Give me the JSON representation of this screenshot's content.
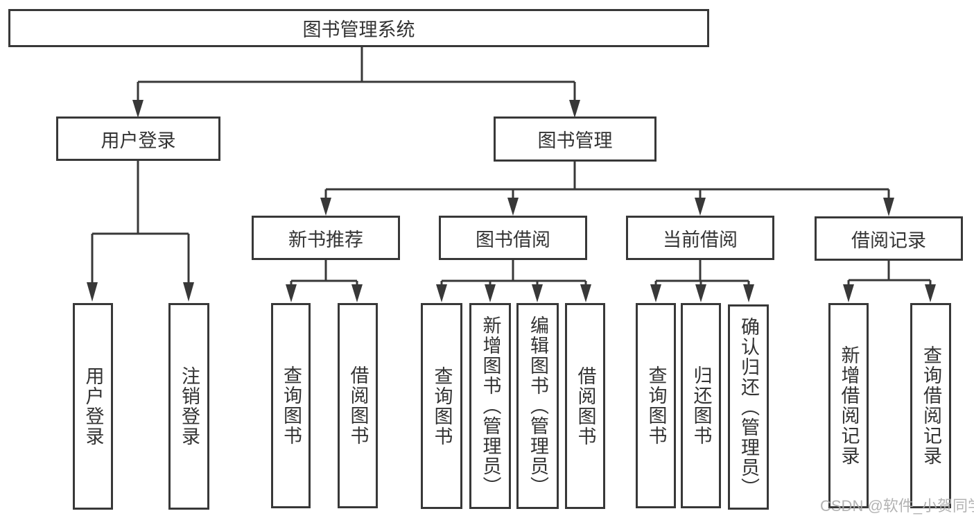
{
  "diagram": {
    "root": {
      "label": "图书管理系统"
    },
    "branches": {
      "user_login": {
        "label": "用户登录",
        "children": [
          {
            "label": "用户登录"
          },
          {
            "label": "注销登录"
          }
        ]
      },
      "book_mgmt": {
        "label": "图书管理",
        "children": [
          {
            "label": "新书推荐",
            "children": [
              {
                "label": "查询图书"
              },
              {
                "label": "借阅图书"
              }
            ]
          },
          {
            "label": "图书借阅",
            "children": [
              {
                "label": "查询图书"
              },
              {
                "label": "新增图书（管理员）"
              },
              {
                "label": "编辑图书（管理员）"
              },
              {
                "label": "借阅图书"
              }
            ]
          },
          {
            "label": "当前借阅",
            "children": [
              {
                "label": "查询图书"
              },
              {
                "label": "归还图书"
              },
              {
                "label": "确认归还（管理员）"
              }
            ]
          },
          {
            "label": "借阅记录",
            "children": [
              {
                "label": "新增借阅记录"
              },
              {
                "label": "查询借阅记录"
              }
            ]
          }
        ]
      }
    }
  },
  "watermark": {
    "text": "CSDN @软件_小贺同学"
  },
  "colors": {
    "line": "#383838",
    "box_border": "#383838",
    "box_background": "#ffffff",
    "text": "#333333",
    "watermark": "#ababab",
    "page_background": "#ffffff"
  }
}
